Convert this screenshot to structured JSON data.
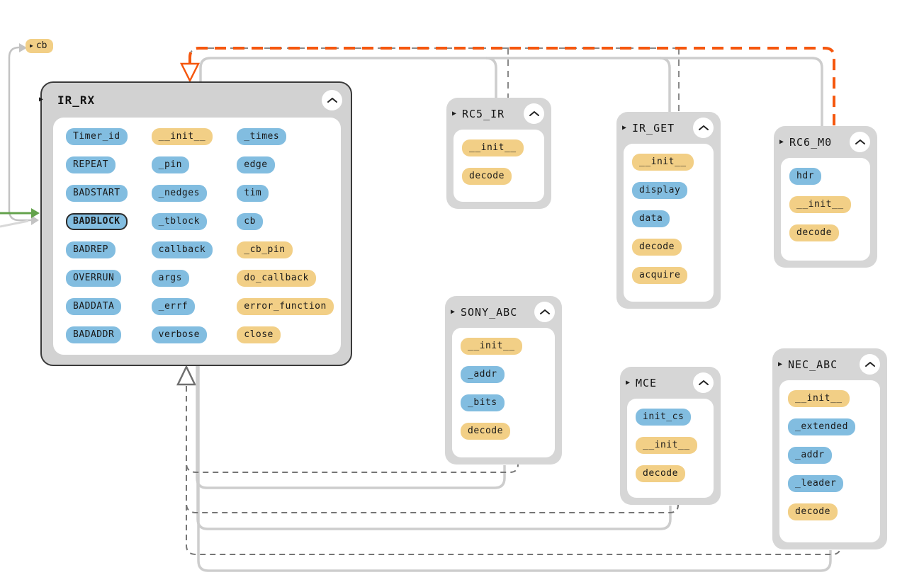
{
  "palette": {
    "field_blue": "#82bde0",
    "function_yellow": "#f2cf86",
    "box_gray": "#d6d6d6",
    "main_border": "#3a3a3a",
    "highlight_orange": "#f5570e",
    "incoming_green": "#63a24b",
    "line_light_gray": "#cdcdcd",
    "line_dark_gray": "#757575"
  },
  "floating_badge": {
    "label": "cb"
  },
  "collapse_glyph": "^",
  "expand_glyph": "▶",
  "classes": [
    {
      "id": "ir-rx",
      "title": "IR_RX",
      "columns": [
        [
          {
            "label": "Timer_id",
            "kind": "field"
          },
          {
            "label": "REPEAT",
            "kind": "field"
          },
          {
            "label": "BADSTART",
            "kind": "field"
          },
          {
            "label": "BADBLOCK",
            "kind": "field",
            "selected": true
          },
          {
            "label": "BADREP",
            "kind": "field"
          },
          {
            "label": "OVERRUN",
            "kind": "field"
          },
          {
            "label": "BADDATA",
            "kind": "field"
          },
          {
            "label": "BADADDR",
            "kind": "field"
          }
        ],
        [
          {
            "label": "__init__",
            "kind": "function"
          },
          {
            "label": "_pin",
            "kind": "field"
          },
          {
            "label": "_nedges",
            "kind": "field"
          },
          {
            "label": "_tblock",
            "kind": "field"
          },
          {
            "label": "callback",
            "kind": "field"
          },
          {
            "label": "args",
            "kind": "field"
          },
          {
            "label": "_errf",
            "kind": "field"
          },
          {
            "label": "verbose",
            "kind": "field"
          }
        ],
        [
          {
            "label": "_times",
            "kind": "field"
          },
          {
            "label": "edge",
            "kind": "field"
          },
          {
            "label": "tim",
            "kind": "field"
          },
          {
            "label": "cb",
            "kind": "field"
          },
          {
            "label": "_cb_pin",
            "kind": "function"
          },
          {
            "label": "do_callback",
            "kind": "function"
          },
          {
            "label": "error_function",
            "kind": "function"
          },
          {
            "label": "close",
            "kind": "function"
          }
        ]
      ]
    },
    {
      "id": "rc5-ir",
      "title": "RC5_IR",
      "members": [
        {
          "label": "__init__",
          "kind": "function"
        },
        {
          "label": "decode",
          "kind": "function"
        }
      ]
    },
    {
      "id": "ir-get",
      "title": "IR_GET",
      "members": [
        {
          "label": "__init__",
          "kind": "function"
        },
        {
          "label": "display",
          "kind": "field"
        },
        {
          "label": "data",
          "kind": "field"
        },
        {
          "label": "decode",
          "kind": "function"
        },
        {
          "label": "acquire",
          "kind": "function"
        }
      ]
    },
    {
      "id": "rc6-m0",
      "title": "RC6_M0",
      "members": [
        {
          "label": "hdr",
          "kind": "field"
        },
        {
          "label": "__init__",
          "kind": "function"
        },
        {
          "label": "decode",
          "kind": "function"
        }
      ]
    },
    {
      "id": "sony-abc",
      "title": "SONY_ABC",
      "members": [
        {
          "label": "__init__",
          "kind": "function"
        },
        {
          "label": "_addr",
          "kind": "field"
        },
        {
          "label": "_bits",
          "kind": "field"
        },
        {
          "label": "decode",
          "kind": "function"
        }
      ]
    },
    {
      "id": "mce",
      "title": "MCE",
      "members": [
        {
          "label": "init_cs",
          "kind": "field"
        },
        {
          "label": "__init__",
          "kind": "function"
        },
        {
          "label": "decode",
          "kind": "function"
        }
      ]
    },
    {
      "id": "nec-abc",
      "title": "NEC_ABC",
      "members": [
        {
          "label": "__init__",
          "kind": "function"
        },
        {
          "label": "_extended",
          "kind": "field"
        },
        {
          "label": "_addr",
          "kind": "field"
        },
        {
          "label": "_leader",
          "kind": "field"
        },
        {
          "label": "decode",
          "kind": "function"
        }
      ]
    }
  ]
}
